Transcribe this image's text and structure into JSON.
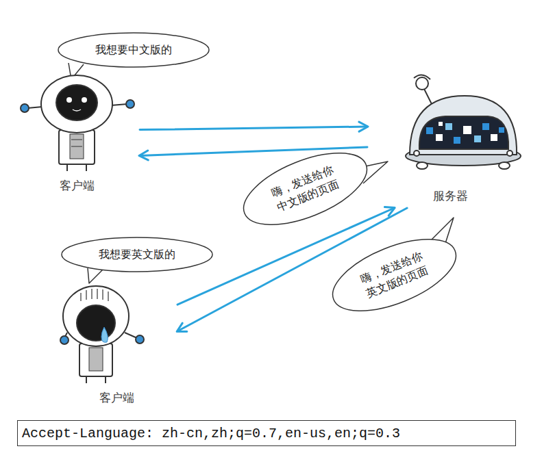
{
  "diagram": {
    "nodes": [
      {
        "text": [
          "我想要中文版的"
        ]
      },
      {
        "text": [
          "客户端"
        ]
      },
      {
        "text": [
          "服务器"
        ]
      },
      {
        "text": [
          "嗨，发送给你 中文版的页面"
        ]
      },
      {
        "text": [
          "我想要英文版的"
        ]
      },
      {
        "text": [
          "嗨，发送给你 英文版的页面"
        ]
      },
      {
        "text": [
          "客户端"
        ]
      },
      {
        "text": [
          "Accept-Language: zh-cn,zh;q=0.7,en-us,en;q=0.3"
        ]
      }
    ],
    "edges": [
      {
        "from": 1,
        "to": 2,
        "arrow": "to"
      },
      {
        "from": 2,
        "to": 1,
        "arrow": "to"
      },
      {
        "from": 6,
        "to": 2,
        "arrow": "to"
      },
      {
        "from": 2,
        "to": 6,
        "arrow": "to"
      }
    ]
  }
}
